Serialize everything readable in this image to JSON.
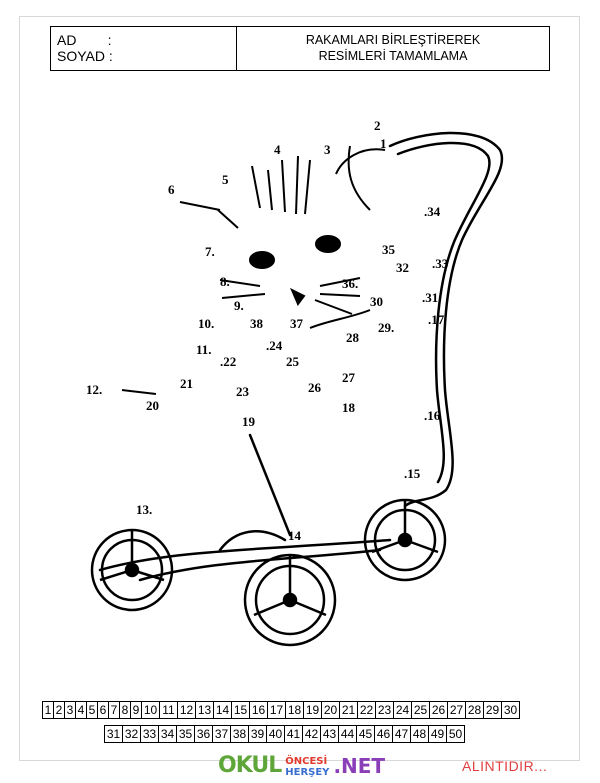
{
  "header": {
    "ad_label": "AD        :",
    "soyad_label": "SOYAD :",
    "title_line1": "RAKAMLARI BİRLEŞTİREREK",
    "title_line2": "RESİMLERİ TAMAMLAMA"
  },
  "worksheet": {
    "dot_labels": [
      "1",
      "2",
      "3",
      "4",
      "5",
      "6",
      "7",
      "8",
      "9",
      "10",
      "11",
      "12",
      "13",
      "14",
      "15",
      "16",
      "17",
      "18",
      "19",
      "20",
      "21",
      "22",
      "23",
      "24",
      "25",
      "26",
      "27",
      "28",
      "29",
      "30",
      "31",
      "32",
      "33",
      "34",
      "35",
      "36",
      "37",
      "38"
    ],
    "number_grid_row1": [
      "1",
      "2",
      "3",
      "4",
      "5",
      "6",
      "7",
      "8",
      "9",
      "10",
      "11",
      "12",
      "13",
      "14",
      "15",
      "16",
      "17",
      "18",
      "19",
      "20",
      "21",
      "22",
      "23",
      "24",
      "25",
      "26",
      "27",
      "28",
      "29",
      "30"
    ],
    "number_grid_row2": [
      "31",
      "32",
      "33",
      "34",
      "35",
      "36",
      "37",
      "38",
      "39",
      "40",
      "41",
      "42",
      "43",
      "44",
      "45",
      "46",
      "47",
      "48",
      "49",
      "50"
    ]
  },
  "footer": {
    "logo_okul": "OKUL",
    "logo_oncesi": "ÖNCESİ",
    "logo_hersey": "HERŞEY",
    "logo_net": ".NET",
    "source_note": "ALINTIDIR..."
  }
}
